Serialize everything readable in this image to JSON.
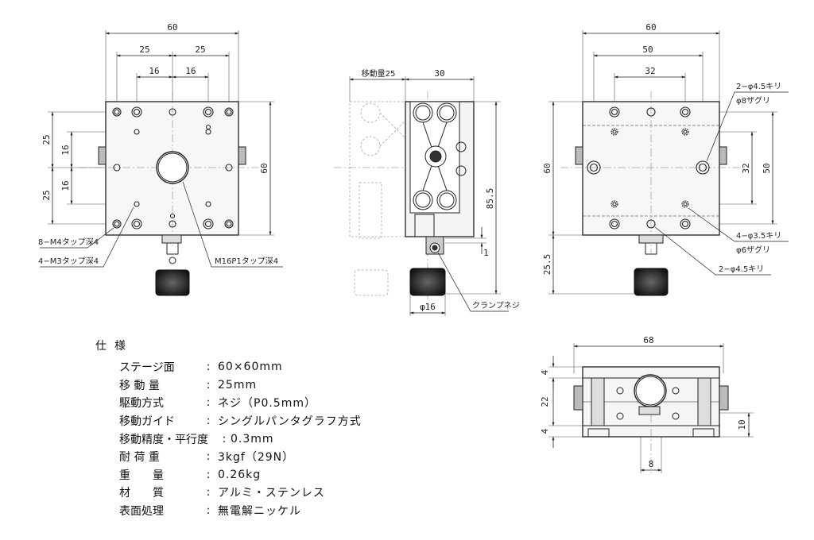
{
  "front": {
    "dims": [
      "60",
      "25",
      "25",
      "16",
      "16",
      "25",
      "16",
      "16",
      "25",
      "60"
    ],
    "notes": [
      "8−M4タップ深4",
      "4−M3タップ深4",
      "M16P1タップ深4"
    ]
  },
  "side": {
    "dims": [
      "移動量25",
      "30",
      "85.5",
      "1",
      "φ16"
    ],
    "notes": [
      "クランプネジ"
    ]
  },
  "right": {
    "dims": [
      "60",
      "50",
      "32",
      "60",
      "32",
      "50",
      "25.5"
    ],
    "notes": [
      "2−φ4.5キリ",
      "φ8ザグリ",
      "4−φ3.5キリ",
      "φ6ザグリ",
      "2−φ4.5キリ"
    ]
  },
  "bottom": {
    "dims": [
      "68",
      "4",
      "22",
      "4",
      "10",
      "8"
    ]
  },
  "specs": {
    "title": "仕様",
    "rows": [
      {
        "k": "ステージ面",
        "v": "60×60mm"
      },
      {
        "k": "移 動 量",
        "v": "25mm"
      },
      {
        "k": "駆動方式",
        "v": "ネジ（P0.5mm）"
      },
      {
        "k": "移動ガイド",
        "v": "シングルパンタグラフ方式"
      },
      {
        "k": "移動精度・平行度",
        "v": "0.3mm"
      },
      {
        "k": "耐 荷 重",
        "v": "3kgf（29N）"
      },
      {
        "k": "重　　量",
        "v": "0.26kg"
      },
      {
        "k": "材　　質",
        "v": "アルミ・ステンレス"
      },
      {
        "k": "表面処理",
        "v": "無電解ニッケル"
      }
    ]
  }
}
